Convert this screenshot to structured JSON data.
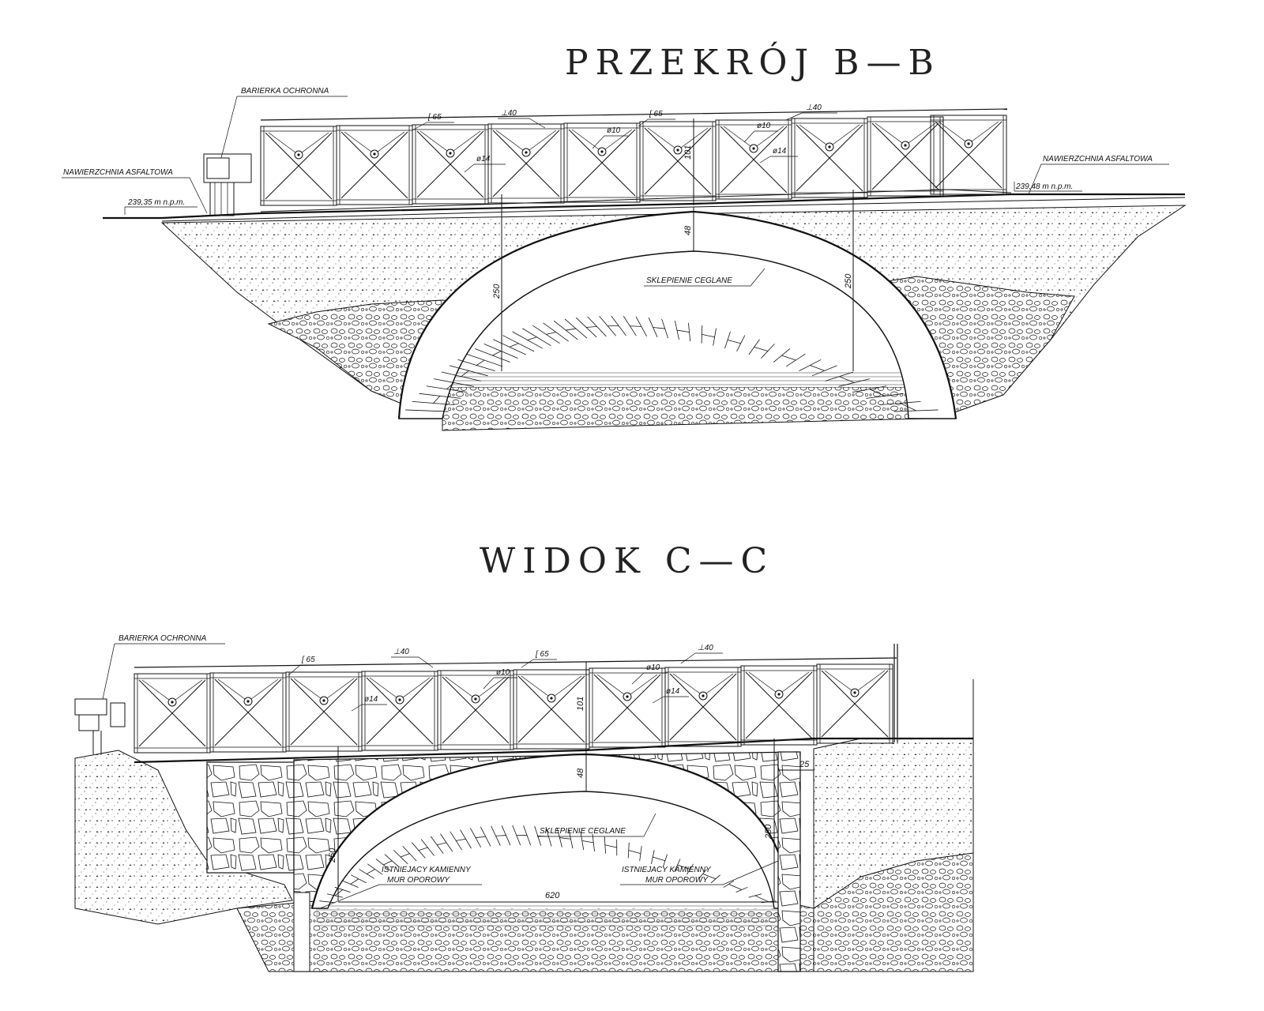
{
  "views": {
    "top": {
      "title": "PRZEKRÓJ B—B",
      "labels": {
        "barrier": "BARIERKA OCHRONNA",
        "asphalt_left": "NAWIERZCHNIA ASFALTOWA",
        "asphalt_right": "NAWIERZCHNIA ASFALTOWA",
        "elev_left": "239,35 m n.p.m.",
        "elev_right": "239,48 m n.p.m.",
        "vault": "SKLEPIENIE CEGLANE",
        "c65_a": "[ 65",
        "l40_a": "⊥40",
        "c65_b": "[ 65",
        "l40_b": "⊥40",
        "d10_a": "ø10",
        "d10_b": "ø10",
        "d14_a": "ø14",
        "d14_b": "ø14"
      },
      "dims": {
        "rail_height": "101",
        "vault_thickness": "48",
        "left_rise": "250",
        "right_rise": "250"
      }
    },
    "bottom": {
      "title": "WIDOK C—C",
      "labels": {
        "barrier": "BARIERKA OCHRONNA",
        "vault": "SKLEPIENIE CEGLANE",
        "wall_left_1": "ISTNIEJACY KAMIENNY",
        "wall_left_2": "MUR OPOROWY",
        "wall_right_1": "ISTNIEJACY KAMIENNY",
        "wall_right_2": "MUR OPOROWY",
        "c65_a": "[ 65",
        "l40_a": "⊥40",
        "c65_b": "[ 65",
        "l40_b": "⊥40",
        "d10_a": "ø10",
        "d10_b": "ø10",
        "d14_a": "ø14",
        "d14_b": "ø14"
      },
      "dims": {
        "rail_height": "101",
        "vault_thickness": "48",
        "left_rise": "250",
        "right_rise": "250",
        "span": "620",
        "wall_width": "25"
      }
    }
  }
}
